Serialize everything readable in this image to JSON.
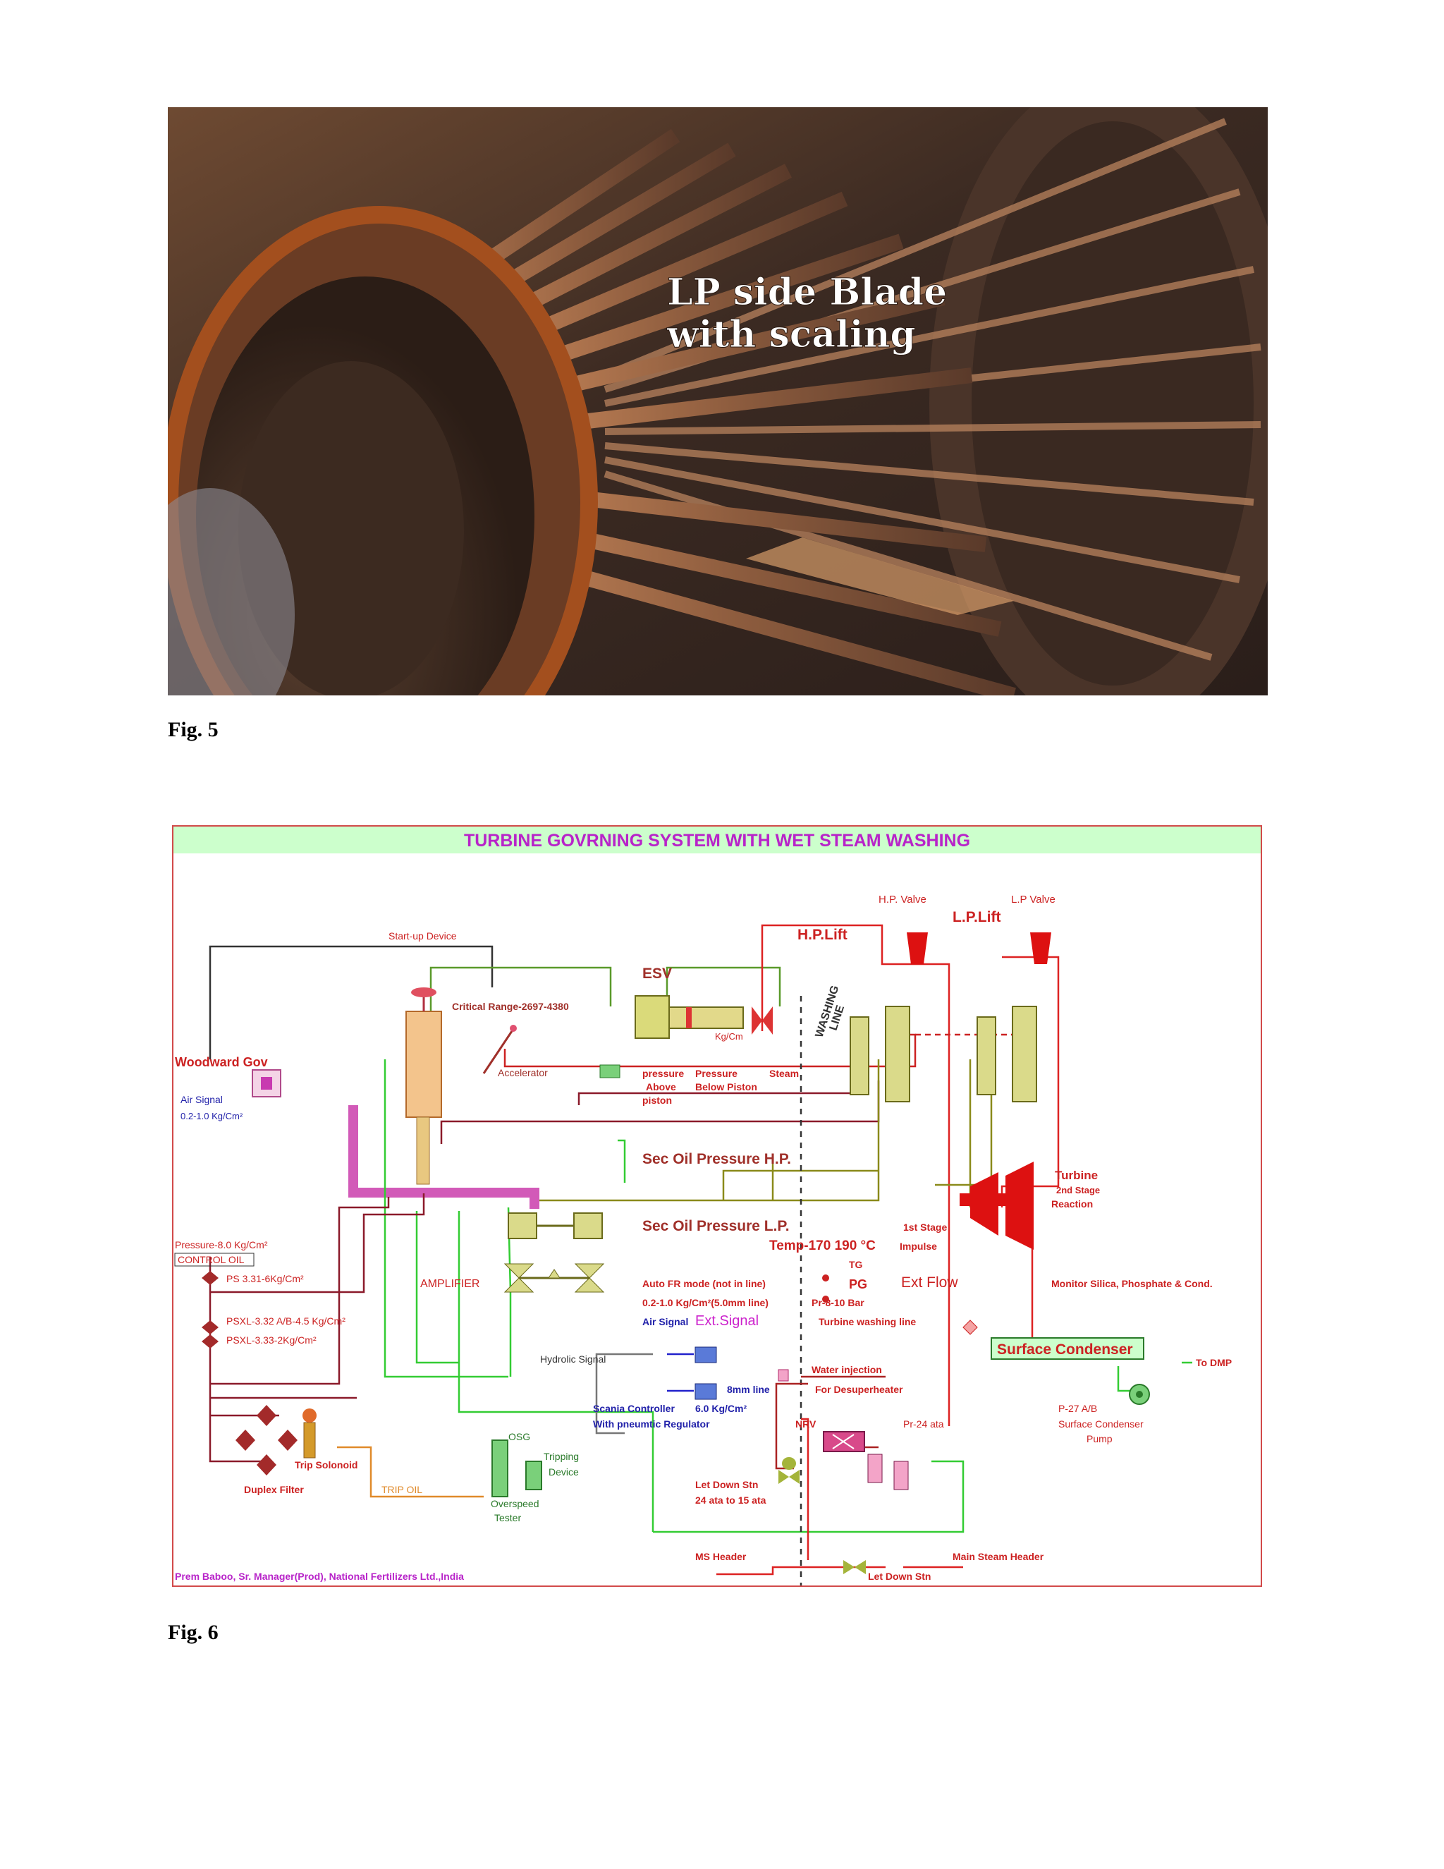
{
  "figure5": {
    "overlay_line1": "LP side Blade",
    "overlay_line2": "with scaling",
    "caption": "Fig. 5"
  },
  "figure6": {
    "caption": "Fig. 6",
    "title": "TURBINE GOVRNING SYSTEM WITH WET STEAM WASHING",
    "credit": "Prem Baboo, Sr. Manager(Prod), National Fertilizers Ltd.,India",
    "labels": {
      "hp_valve": "H.P. Valve",
      "lp_valve": "L.P Valve",
      "lp_lift": "L.P.Lift",
      "hp_lift": "H.P.Lift",
      "startup": "Start-up Device",
      "esv": "ESV",
      "critical": "Critical Range-2697-4380",
      "washing": "WASHING",
      "line": "LINE",
      "woodward": "Woodward Gov",
      "accelerator": "Accelerator",
      "kgcm": "Kg/Cm",
      "air_signal": "Air Signal",
      "air_range": "0.2-1.0 Kg/Cm²",
      "p_above": "pressure",
      "p_above2": "Above",
      "p_above3": "piston",
      "p_below": "Pressure",
      "p_below2": "Below Piston",
      "steam": "Steam",
      "sec_hp": "Sec Oil Pressure H.P.",
      "sec_lp": "Sec Oil Pressure L.P.",
      "turbine": "Turbine",
      "stage2": "2nd Stage",
      "reaction": "Reaction",
      "stage1": "1st Stage",
      "impulse": "Impulse",
      "temp": "Temp-170 190 °C",
      "tg": "TG",
      "pg": "PG",
      "ext_flow": "Ext Flow",
      "monitor": "Monitor Silica, Phosphate & Cond.",
      "pressure8": "Pressure-8.0 Kg/Cm²",
      "control_oil": "CONTROL OIL",
      "ps": "PS 3.31-6Kg/Cm²",
      "amplifier": "AMPLIFIER",
      "auto_fr": "Auto FR mode (not in line)",
      "range_fr": "0.2-1.0 Kg/Cm²(5.0mm line)",
      "pr810": "Pr-8-10 Bar",
      "psxl1": "PSXL-3.32 A/B-4.5 Kg/Cm²",
      "psxl2": "PSXL-3.33-2Kg/Cm²",
      "air_signal2": "Air Signal",
      "ext_signal": "Ext.Signal",
      "washing_line": "Turbine washing line",
      "surface_condenser": "Surface Condenser",
      "to_dmp": "To DMP",
      "hydrolic": "Hydrolic Signal",
      "water_inj": "Water injection",
      "desuper": "For Desuperheater",
      "mm8": "8mm line",
      "scania": "Scania Controller",
      "kg6": "6.0 Kg/Cm²",
      "pneumatic": "With pneumtic Regulator",
      "nrv": "NRV",
      "pr24": "Pr-24 ata",
      "p27": "P-27 A/B",
      "sc_pump": "Surface Condenser",
      "pump": "Pump",
      "osg": "OSG",
      "tripping": "Tripping",
      "device": "Device",
      "trip_sol": "Trip Solonoid",
      "duplex": "Duplex Filter",
      "trip_oil": "TRIP OIL",
      "overspeed": "Overspeed",
      "tester": "Tester",
      "letdown": "Let Down Stn",
      "letdown2": "24 ata to 15 ata",
      "ms_header": "MS Header",
      "main_steam": "Main Steam Header",
      "letdown3": "Let Down Stn"
    }
  }
}
